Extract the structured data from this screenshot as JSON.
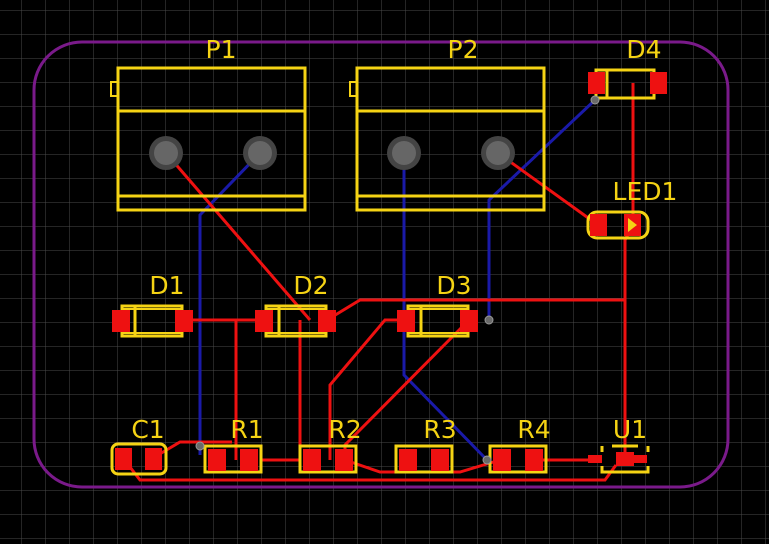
{
  "colors": {
    "background": "#000000",
    "grid": "#4a4a4a",
    "board_outline": "#7a1a8a",
    "silkscreen": "#f5d314",
    "top_copper": "#ee1111",
    "bottom_copper": "#1a1aa8",
    "via": "#6a6a6a"
  },
  "components": {
    "P1": "P1",
    "P2": "P2",
    "D1": "D1",
    "D2": "D2",
    "D3": "D3",
    "D4": "D4",
    "LED1": "LED1",
    "C1": "C1",
    "R1": "R1",
    "R2": "R2",
    "R3": "R3",
    "R4": "R4",
    "U1": "U1"
  }
}
